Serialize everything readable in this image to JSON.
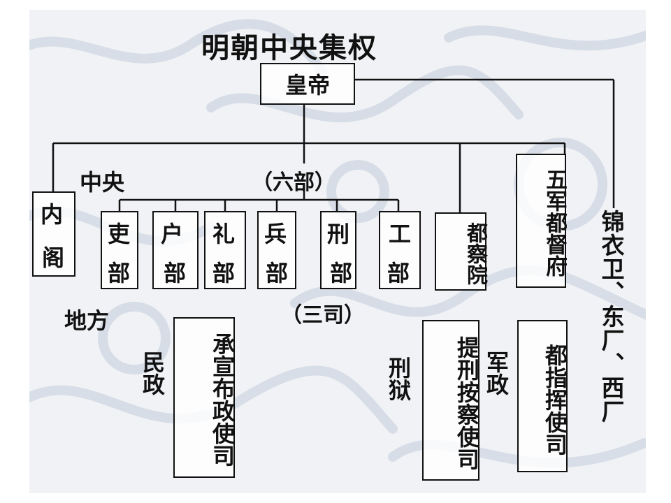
{
  "title": "明朝中央集权",
  "emperor": "皇帝",
  "labels": {
    "central": "中央",
    "six_ministries": "（六部）",
    "local": "地方",
    "three_offices": "（三司）",
    "civil": "民政",
    "penal": "刑狱",
    "military": "军政"
  },
  "grand_secretariat": {
    "top": "内",
    "bottom": "阁"
  },
  "ministries": [
    {
      "top": "吏",
      "bottom": "部"
    },
    {
      "top": "户",
      "bottom": "部"
    },
    {
      "top": "礼",
      "bottom": "部"
    },
    {
      "top": "兵",
      "bottom": "部"
    },
    {
      "top": "刑",
      "bottom": "部"
    },
    {
      "top": "工",
      "bottom": "部"
    }
  ],
  "censorate": "都察院",
  "five_armies": "五军都督府",
  "secret_police": "锦衣卫、东厂、西厂",
  "provincial": {
    "administration": "承宣布政使司",
    "surveillance": "提刑按察使司",
    "military_commission": "都指挥使司"
  },
  "colors": {
    "slide_bg": "#f1f2f5",
    "line": "#111111",
    "pattern": "#b9c5d8"
  }
}
